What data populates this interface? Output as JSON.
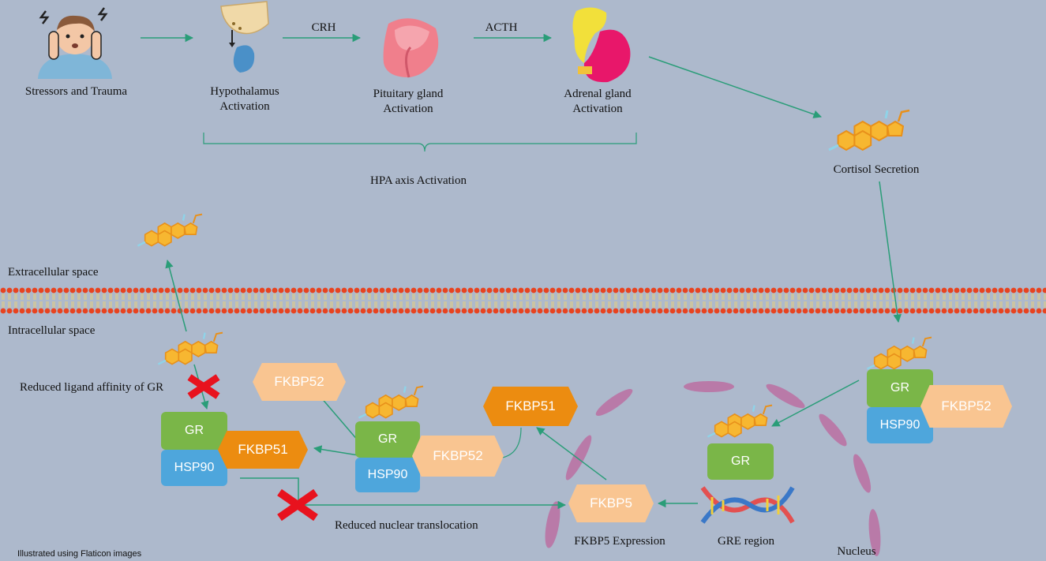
{
  "hpa": {
    "stressors": "Stressors and Trauma",
    "hypothalamus_l1": "Hypothalamus",
    "hypothalamus_l2": "Activation",
    "crh": "CRH",
    "pituitary_l1": "Pituitary gland",
    "pituitary_l2": "Activation",
    "acth": "ACTH",
    "adrenal_l1": "Adrenal gland",
    "adrenal_l2": "Activation",
    "hpa_axis": "HPA axis Activation",
    "cortisol": "Cortisol Secretion"
  },
  "membrane": {
    "extracellular": "Extracellular space",
    "intracellular": "Intracellular space"
  },
  "cell": {
    "reduced_affinity": "Reduced ligand affinity of GR",
    "reduced_translocation": "Reduced nuclear translocation",
    "fkbp5_expression": "FKBP5 Expression",
    "gre_region": "GRE region",
    "nucleus": "Nucleus",
    "gr": "GR",
    "hsp90": "HSP90",
    "fkbp51": "FKBP51",
    "fkbp52": "FKBP52",
    "fkbp5": "FKBP5"
  },
  "footer": "Illustrated using Flaticon images",
  "colors": {
    "background": "#adb9cc",
    "arrow": "#2a9d78",
    "gr": "#7ab648",
    "hsp90": "#4ea6dc",
    "fkbp51": "#ec8c10",
    "fkbp52": "#f9c591",
    "cortisol": "#f5a623",
    "nucleus": "#b97aa8",
    "block": "#e8121e"
  }
}
